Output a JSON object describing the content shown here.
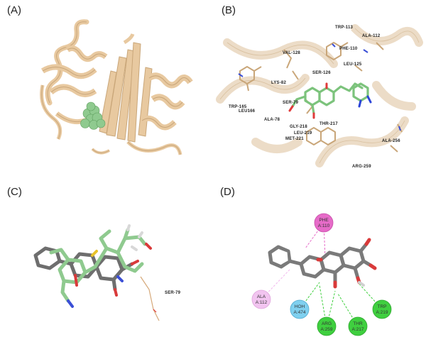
{
  "panels": {
    "a": {
      "label": "(A)"
    },
    "b": {
      "label": "(B)",
      "residues": [
        "TRP-113",
        "ALA-112",
        "PHE-110",
        "VAL-128",
        "LEU-125",
        "SER-126",
        "LYS-82",
        "SER-79",
        "TRP-165",
        "LEU166",
        "ALA-78",
        "THR-217",
        "GLY-218",
        "LEU-219",
        "MET-221",
        "ALA-256",
        "ARG-259"
      ]
    },
    "c": {
      "label": "(C)",
      "residue": "SER-79"
    },
    "d": {
      "label": "(D)",
      "nodes": [
        {
          "name": "PHE",
          "id": "A:110"
        },
        {
          "name": "ALA",
          "id": "A:112"
        },
        {
          "name": "HOH",
          "id": "A:474"
        },
        {
          "name": "ARG",
          "id": "A:259"
        },
        {
          "name": "THR",
          "id": "A:217"
        },
        {
          "name": "TRP",
          "id": "A:219"
        }
      ]
    }
  },
  "colors": {
    "protein": "#e8c9a0",
    "protein_dark": "#c9a679",
    "ligand": "#8fca8f",
    "hydrophobic": "#e66bc8",
    "alkyl": "#f2b8ee",
    "water": "#6cc4e8",
    "hbond": "#3fcf3f"
  }
}
